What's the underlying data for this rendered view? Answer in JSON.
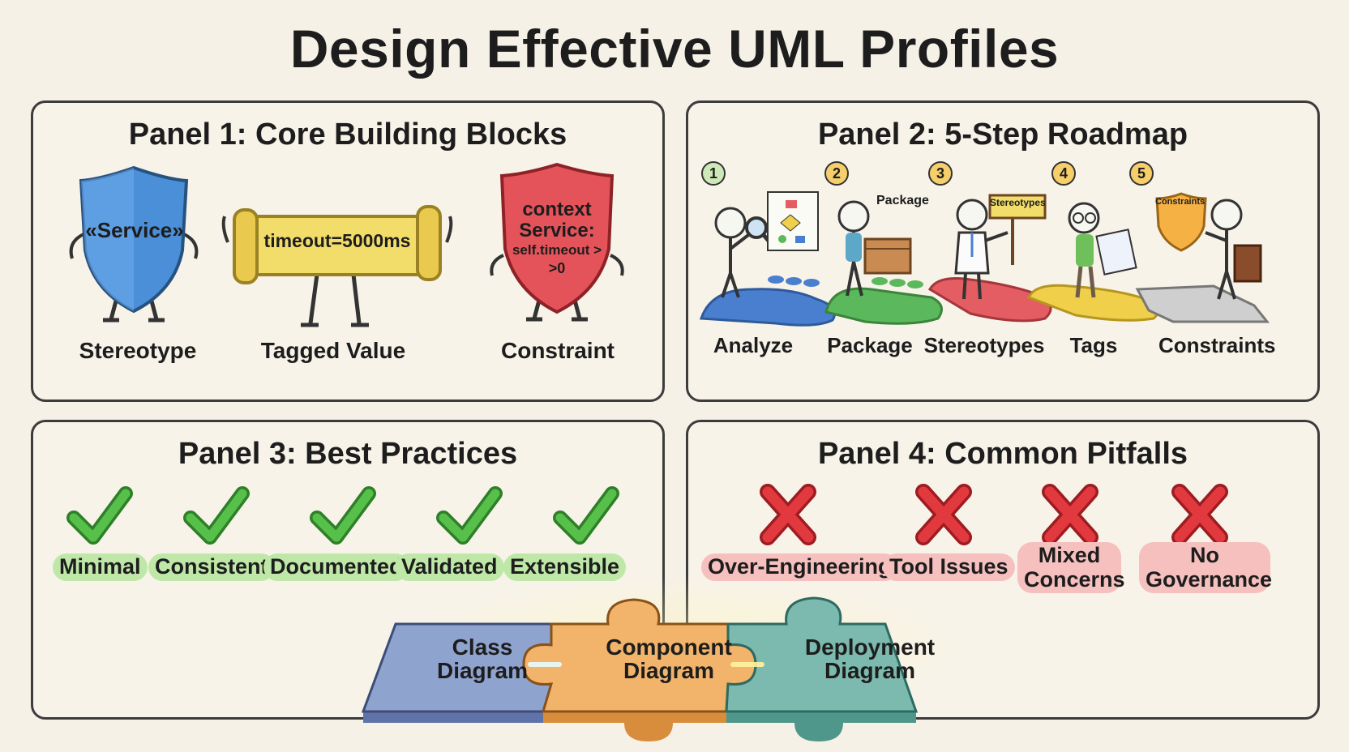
{
  "title": "Design Effective UML Profiles",
  "panel1": {
    "title": "Panel 1: Core Building Blocks",
    "stereotype": {
      "text": "«Service»",
      "label": "Stereotype",
      "color": "#4b8fd9"
    },
    "tagged_value": {
      "text": "timeout=5000ms",
      "label": "Tagged Value",
      "color": "#f3dd6a"
    },
    "constraint": {
      "line1": "context",
      "line2": "Service:",
      "line3": "self.timeout >",
      "line4": ">0",
      "label": "Constraint",
      "color": "#e5535a"
    }
  },
  "panel2": {
    "title": "Panel 2: 5-Step Roadmap",
    "steps": [
      {
        "num": "1",
        "label": "Analyze",
        "color": "#4a7fd0",
        "num_color": "#cfe8b8"
      },
      {
        "num": "2",
        "label": "Package",
        "prop": "Package",
        "color": "#5cb85c",
        "num_color": "#f6cf6b"
      },
      {
        "num": "3",
        "label": "Stereotypes",
        "prop": "Stereotypes",
        "color": "#e35d62",
        "num_color": "#f6cf6b"
      },
      {
        "num": "4",
        "label": "Tags",
        "color": "#f0cf4a",
        "num_color": "#f6cf6b"
      },
      {
        "num": "5",
        "label": "Constraints",
        "prop": "Constraints",
        "color": "#b9b9b9",
        "num_color": "#f6cf6b"
      }
    ]
  },
  "panel3": {
    "title": "Panel 3: Best Practices",
    "items": [
      "Minimal",
      "Consistent",
      "Documented",
      "Validated",
      "Extensible"
    ],
    "check_color": "#49a93e"
  },
  "panel4": {
    "title": "Panel 4: Common Pitfalls",
    "items": [
      {
        "line1": "Over-Engineering",
        "line2": ""
      },
      {
        "line1": "Tool Issues",
        "line2": ""
      },
      {
        "line1": "Mixed",
        "line2": "Concerns"
      },
      {
        "line1": "No",
        "line2": "Governance"
      }
    ],
    "cross_color": "#e2393f"
  },
  "puzzle": {
    "pieces": [
      {
        "line1": "Class",
        "line2": "Diagram",
        "color": "#8fa3cf"
      },
      {
        "line1": "Component",
        "line2": "Diagram",
        "color": "#f2b46a"
      },
      {
        "line1": "Deployment",
        "line2": "Diagram",
        "color": "#7cb9ae"
      }
    ]
  }
}
